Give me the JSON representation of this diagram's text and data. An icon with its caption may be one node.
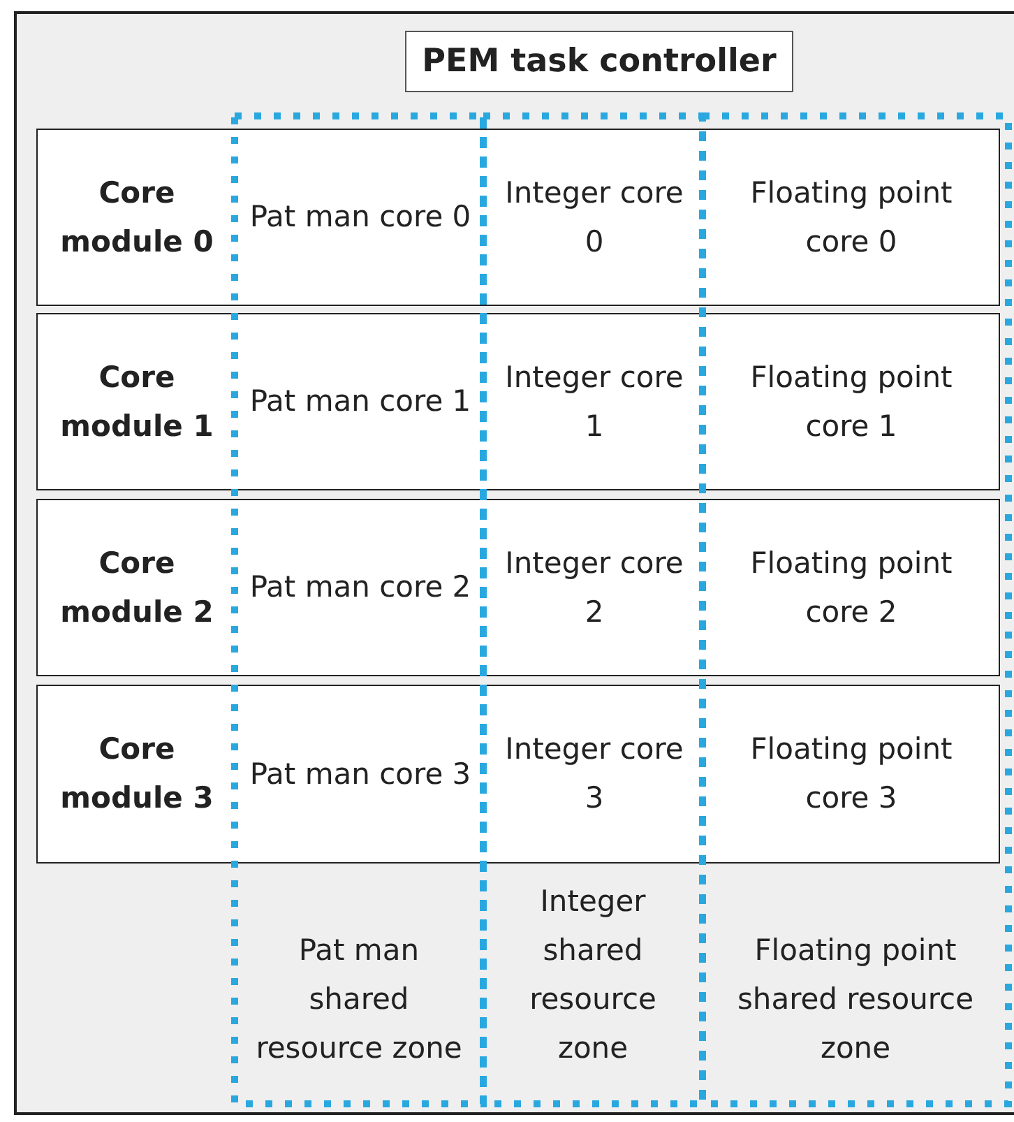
{
  "diagram": {
    "nodes": [
      {
        "text": [
          "PEM task controller"
        ]
      },
      {
        "text": [
          "Core module 0",
          "Pat man core 0",
          "Integer core 0",
          "Floating point core 0"
        ]
      },
      {
        "text": [
          "Core module 1",
          "Pat man core 1",
          "Integer core 1",
          "Floating point core 1"
        ]
      },
      {
        "text": [
          "Core module 2",
          "Pat man core 2",
          "Integer core 2",
          "Floating point core 2"
        ]
      },
      {
        "text": [
          "Core module 3",
          "Pat man core 3",
          "Integer core 3",
          "Floating point core 3"
        ]
      },
      {
        "text": [
          "Pat man shared resource zone"
        ]
      },
      {
        "text": [
          "Integer shared resource zone"
        ]
      },
      {
        "text": [
          "Floating point shared resource zone"
        ]
      }
    ]
  }
}
